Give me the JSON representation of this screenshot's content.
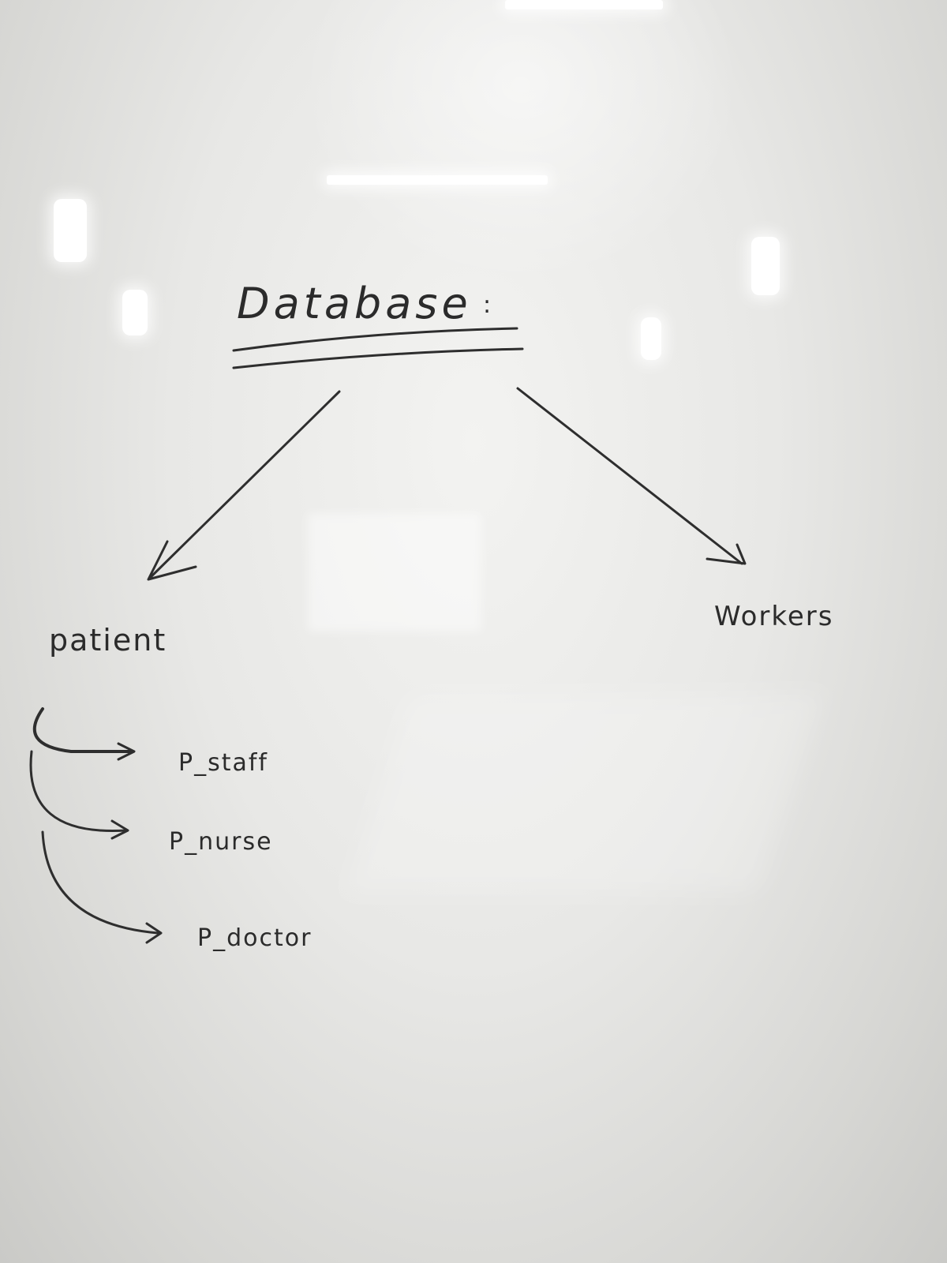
{
  "diagram": {
    "title": "Database",
    "title_colon": ":",
    "nodes": {
      "left": "patient",
      "right": "Workers"
    },
    "subnodes": [
      "P_staff",
      "P_nurse",
      "P_doctor"
    ]
  },
  "colors": {
    "ink": "#2b2b2b",
    "board": "#e8e8e6"
  }
}
